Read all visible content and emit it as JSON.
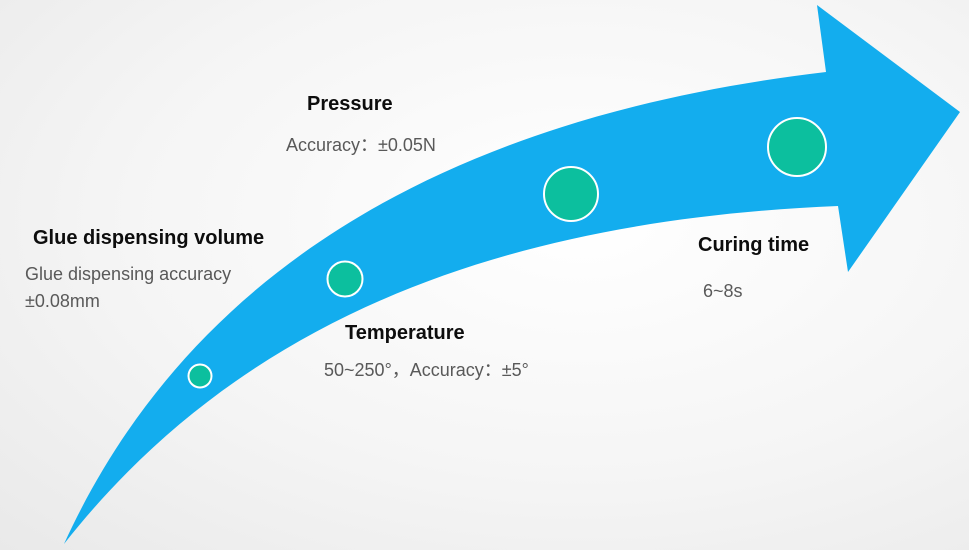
{
  "colors": {
    "arrow": "#13adee",
    "circle_fill": "#0cbf9e",
    "circle_stroke": "#ffffff",
    "title_text": "#0d0d0d",
    "desc_text": "#595959"
  },
  "stages": [
    {
      "title": "Glue dispensing volume",
      "description": "Glue dispensing accuracy ±0.08mm"
    },
    {
      "title": "Temperature",
      "description": "50~250°，Accuracy：±5°"
    },
    {
      "title": "Pressure",
      "description": "Accuracy：±0.05N"
    },
    {
      "title": "Curing time",
      "description": "6~8s"
    }
  ]
}
